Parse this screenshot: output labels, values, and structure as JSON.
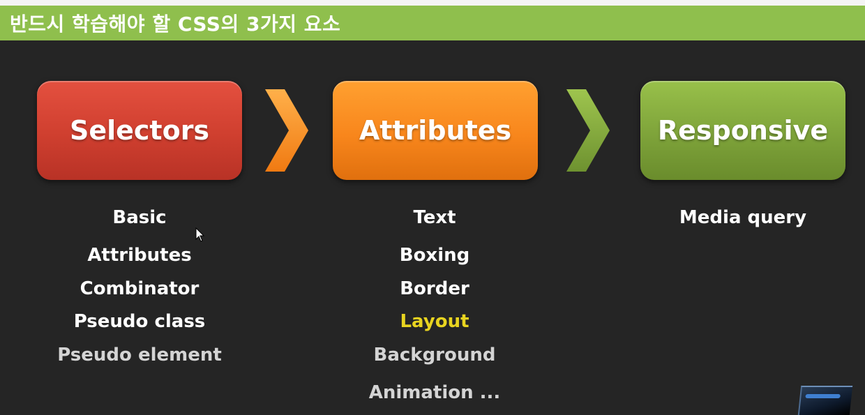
{
  "slide": {
    "title": "반드시 학습해야 할 CSS의 3가지 요소"
  },
  "boxes": {
    "selectors": "Selectors",
    "attributes": "Attributes",
    "responsive": "Responsive"
  },
  "colors": {
    "title_bar": "#8fbf4d",
    "background": "#252525",
    "selectors_box": "#cf3f2f",
    "attributes_box": "#f8861c",
    "responsive_box": "#7ea33a",
    "highlight_text": "#e8d420"
  },
  "selectors_items": [
    "Basic",
    "Attributes",
    "Combinator",
    "Pseudo class",
    "Pseudo element"
  ],
  "attributes_items": [
    "Text",
    "Boxing",
    "Border",
    "Layout",
    "Background",
    "Animation ..."
  ],
  "responsive_items": [
    "Media query"
  ],
  "icons": {
    "arrow_1": "chevron-right-orange-icon",
    "arrow_2": "chevron-right-green-icon",
    "cursor": "mouse-pointer-icon"
  }
}
